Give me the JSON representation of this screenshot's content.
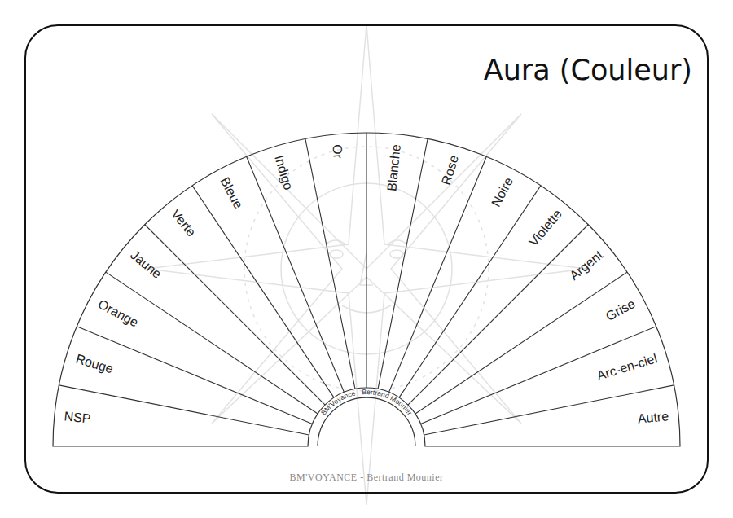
{
  "diagram": {
    "title": "Aura (Couleur)",
    "nodes": [
      {
        "text": [
          "NSP"
        ]
      },
      {
        "text": [
          "Rouge"
        ]
      },
      {
        "text": [
          "Orange"
        ]
      },
      {
        "text": [
          "Jaune"
        ]
      },
      {
        "text": [
          "Verte"
        ]
      },
      {
        "text": [
          "Bleue"
        ]
      },
      {
        "text": [
          "Indigo"
        ]
      },
      {
        "text": [
          "Or"
        ]
      },
      {
        "text": [
          "Blanche"
        ]
      },
      {
        "text": [
          "Rose"
        ]
      },
      {
        "text": [
          "Noire"
        ]
      },
      {
        "text": [
          "Violette"
        ]
      },
      {
        "text": [
          "Argent"
        ]
      },
      {
        "text": [
          "Grise"
        ]
      },
      {
        "text": [
          "Arc-en-ciel"
        ]
      },
      {
        "text": [
          "Autre"
        ]
      },
      {
        "text": [
          "BM'Voyance - Bertrand Mounier"
        ]
      }
    ],
    "labels": [
      "BM'VOYANCE - Bertrand Mounier"
    ]
  }
}
